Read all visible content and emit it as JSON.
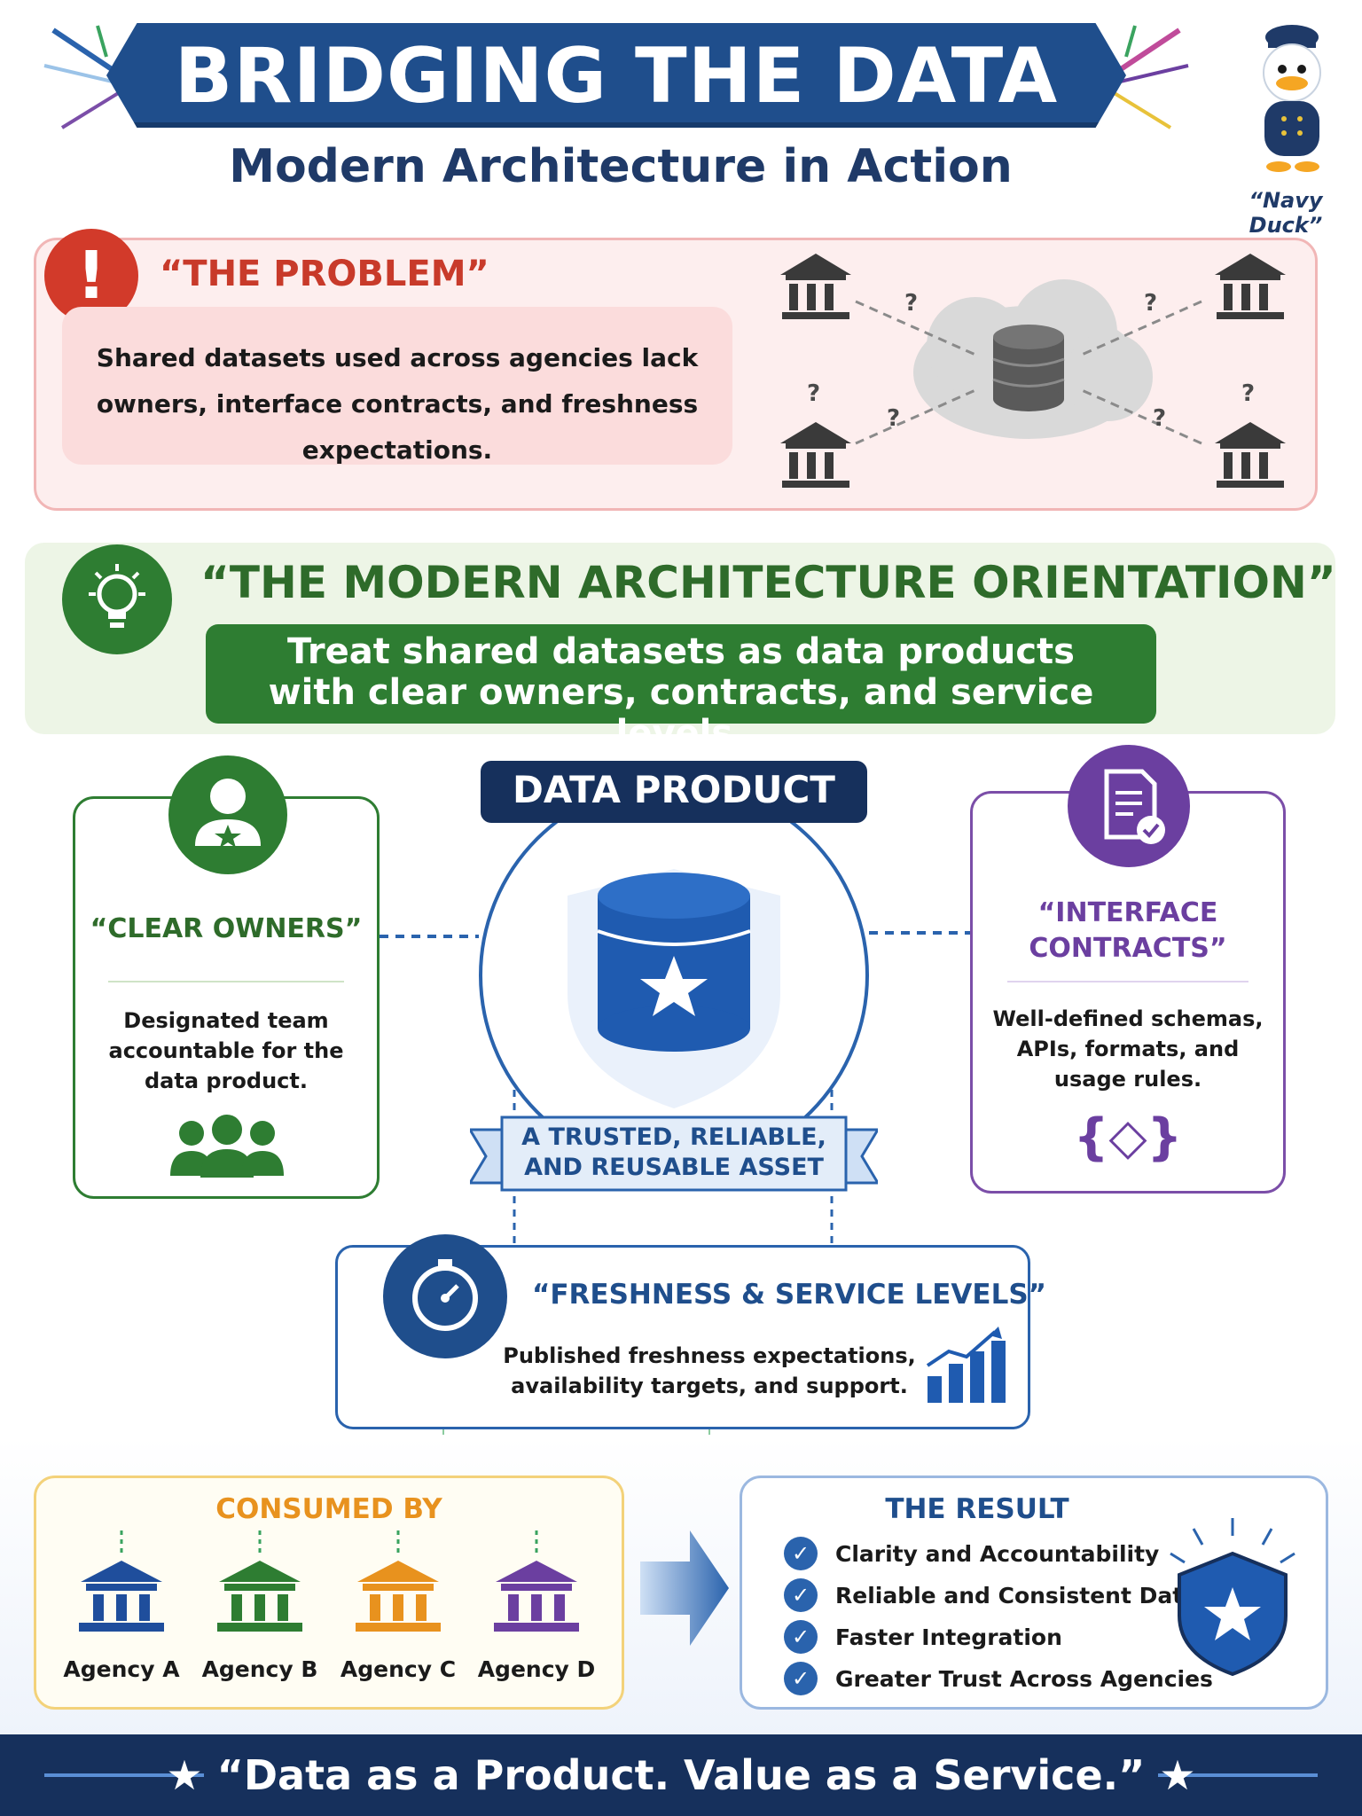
{
  "header": {
    "title": "BRIDGING THE DATA GAP",
    "subtitle": "Modern Architecture in Action",
    "mascot_label": "“Navy Duck”"
  },
  "problem": {
    "title": "“THE PROBLEM”",
    "badge_glyph": "!",
    "text": "Shared datasets used across agencies lack owners, interface contracts, and freshness expectations.",
    "question_mark": "?"
  },
  "orientation": {
    "title": "“THE MODERN ARCHITECTURE ORIENTATION”",
    "line1": "Treat shared datasets as data products",
    "line2": "with clear owners, contracts, and service levels."
  },
  "owners": {
    "title": "“CLEAR OWNERS”",
    "text": "Designated team accountable for the data product."
  },
  "contracts": {
    "title_line1": "“INTERFACE",
    "title_line2": "CONTRACTS”",
    "text": "Well-defined schemas, APIs, formats, and usage rules.",
    "glyph": "{◇}"
  },
  "data_product": {
    "label": "DATA PRODUCT",
    "ribbon_line1": "A TRUSTED, RELIABLE,",
    "ribbon_line2": "AND REUSABLE ASSET"
  },
  "freshness": {
    "title": "“FRESHNESS & SERVICE LEVELS”",
    "text": "Published freshness expectations, availability targets, and support."
  },
  "consumed": {
    "title": "CONSUMED BY",
    "agencies": [
      {
        "label": "Agency A",
        "color": "#1f4e9c"
      },
      {
        "label": "Agency B",
        "color": "#2e7d32"
      },
      {
        "label": "Agency C",
        "color": "#e8921e"
      },
      {
        "label": "Agency D",
        "color": "#6b3fa0"
      }
    ]
  },
  "result": {
    "title": "THE RESULT",
    "check_glyph": "✓",
    "items": [
      "Clarity and Accountability",
      "Reliable and Consistent Data",
      "Faster Integration",
      "Greater Trust Across Agencies"
    ]
  },
  "footer": {
    "text": "★  “Data as a Product. Value as a Service.”  ★"
  },
  "icons": {
    "mascot": "navy-duck-icon",
    "building": "government-building-icon",
    "database": "database-icon",
    "lightbulb": "lightbulb-icon",
    "owner": "person-star-icon",
    "team": "team-icon",
    "document": "document-check-icon",
    "code": "code-braces-icon",
    "gauge": "gauge-icon",
    "chart": "bar-chart-trend-icon",
    "shield": "shield-star-icon",
    "arrow": "arrow-right-icon"
  },
  "colors": {
    "navy": "#16305c",
    "blue": "#1f4e8c",
    "red": "#d23a2a",
    "green": "#2e7d32",
    "purple": "#6b3fa0",
    "orange": "#e8921e"
  }
}
